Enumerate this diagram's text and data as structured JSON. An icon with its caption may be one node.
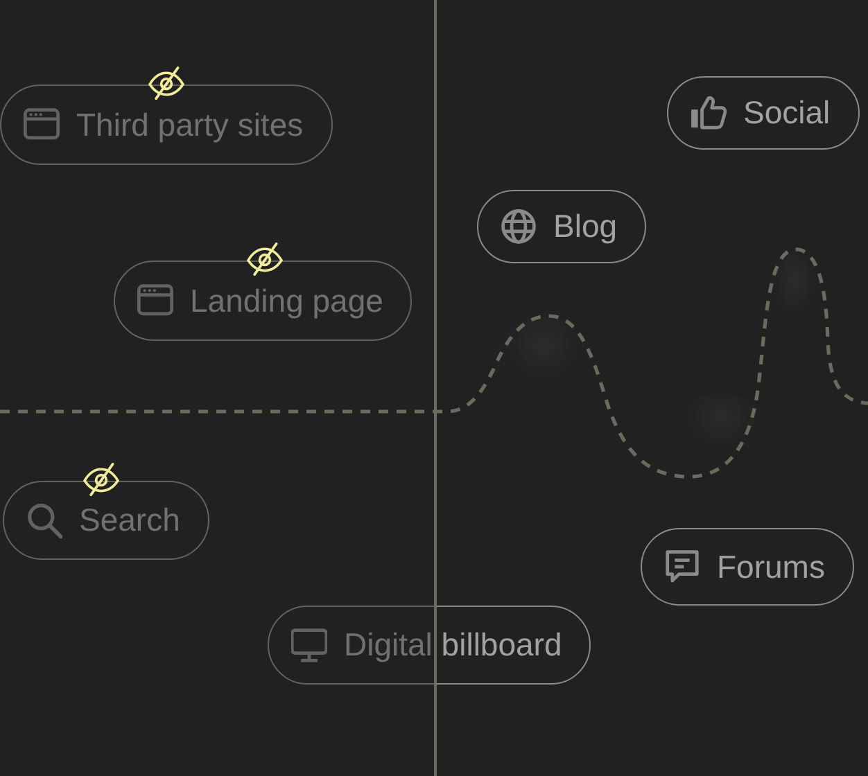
{
  "diagram": {
    "nodes": [
      {
        "text": [
          "Third party sites"
        ]
      },
      {
        "text": [
          "Social"
        ]
      },
      {
        "text": [
          "Blog"
        ]
      },
      {
        "text": [
          "Landing page"
        ]
      },
      {
        "text": [
          "Search"
        ]
      },
      {
        "text": [
          "Forums"
        ]
      },
      {
        "text": [
          "Digital billboard"
        ]
      }
    ]
  }
}
